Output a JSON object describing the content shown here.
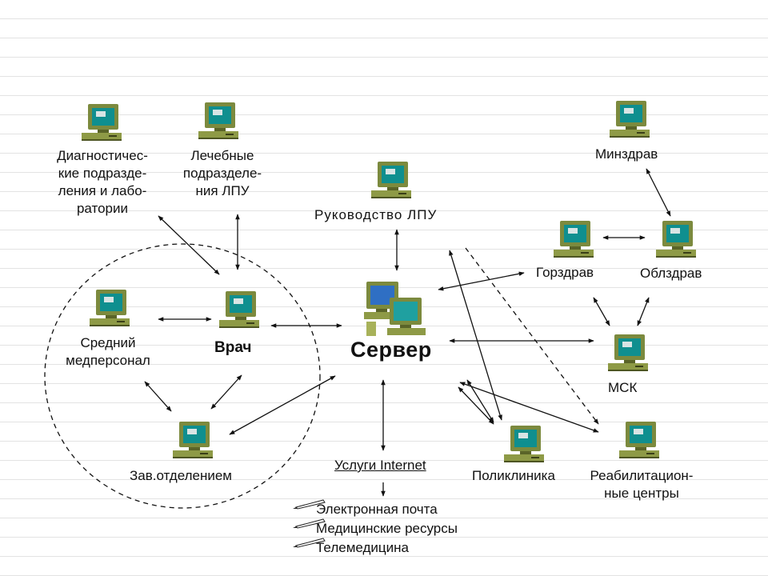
{
  "nodes": {
    "diagnostic": "Диагностичес-\nкие подразде-\nления и лабо-\nратории",
    "treatment": "Лечебные\nподразделе-\nния ЛПУ",
    "management": "Руководство ЛПУ",
    "minzdrav": "Минздрав",
    "gorzdrav": "Горздрав",
    "oblzdrav": "Облздрав",
    "nurse": "Средний\nмедперсонал",
    "doctor": "Врач",
    "server": "Сервер",
    "msk": "МСК",
    "head": "Зав.отделением",
    "internet": "Услуги Internet",
    "polyclinic": "Поликлиника",
    "rehab": "Реабилитацион-\nные центры"
  },
  "internet_services": [
    "Электронная почта",
    "Медицинские ресурсы",
    "Телемедицина"
  ],
  "colors": {
    "monitor_frame": "#7c8a3e",
    "monitor_screen": "#0f8f8f",
    "case": "#8e9a46",
    "server_screen": "#2f6fc4",
    "line": "#111111"
  }
}
